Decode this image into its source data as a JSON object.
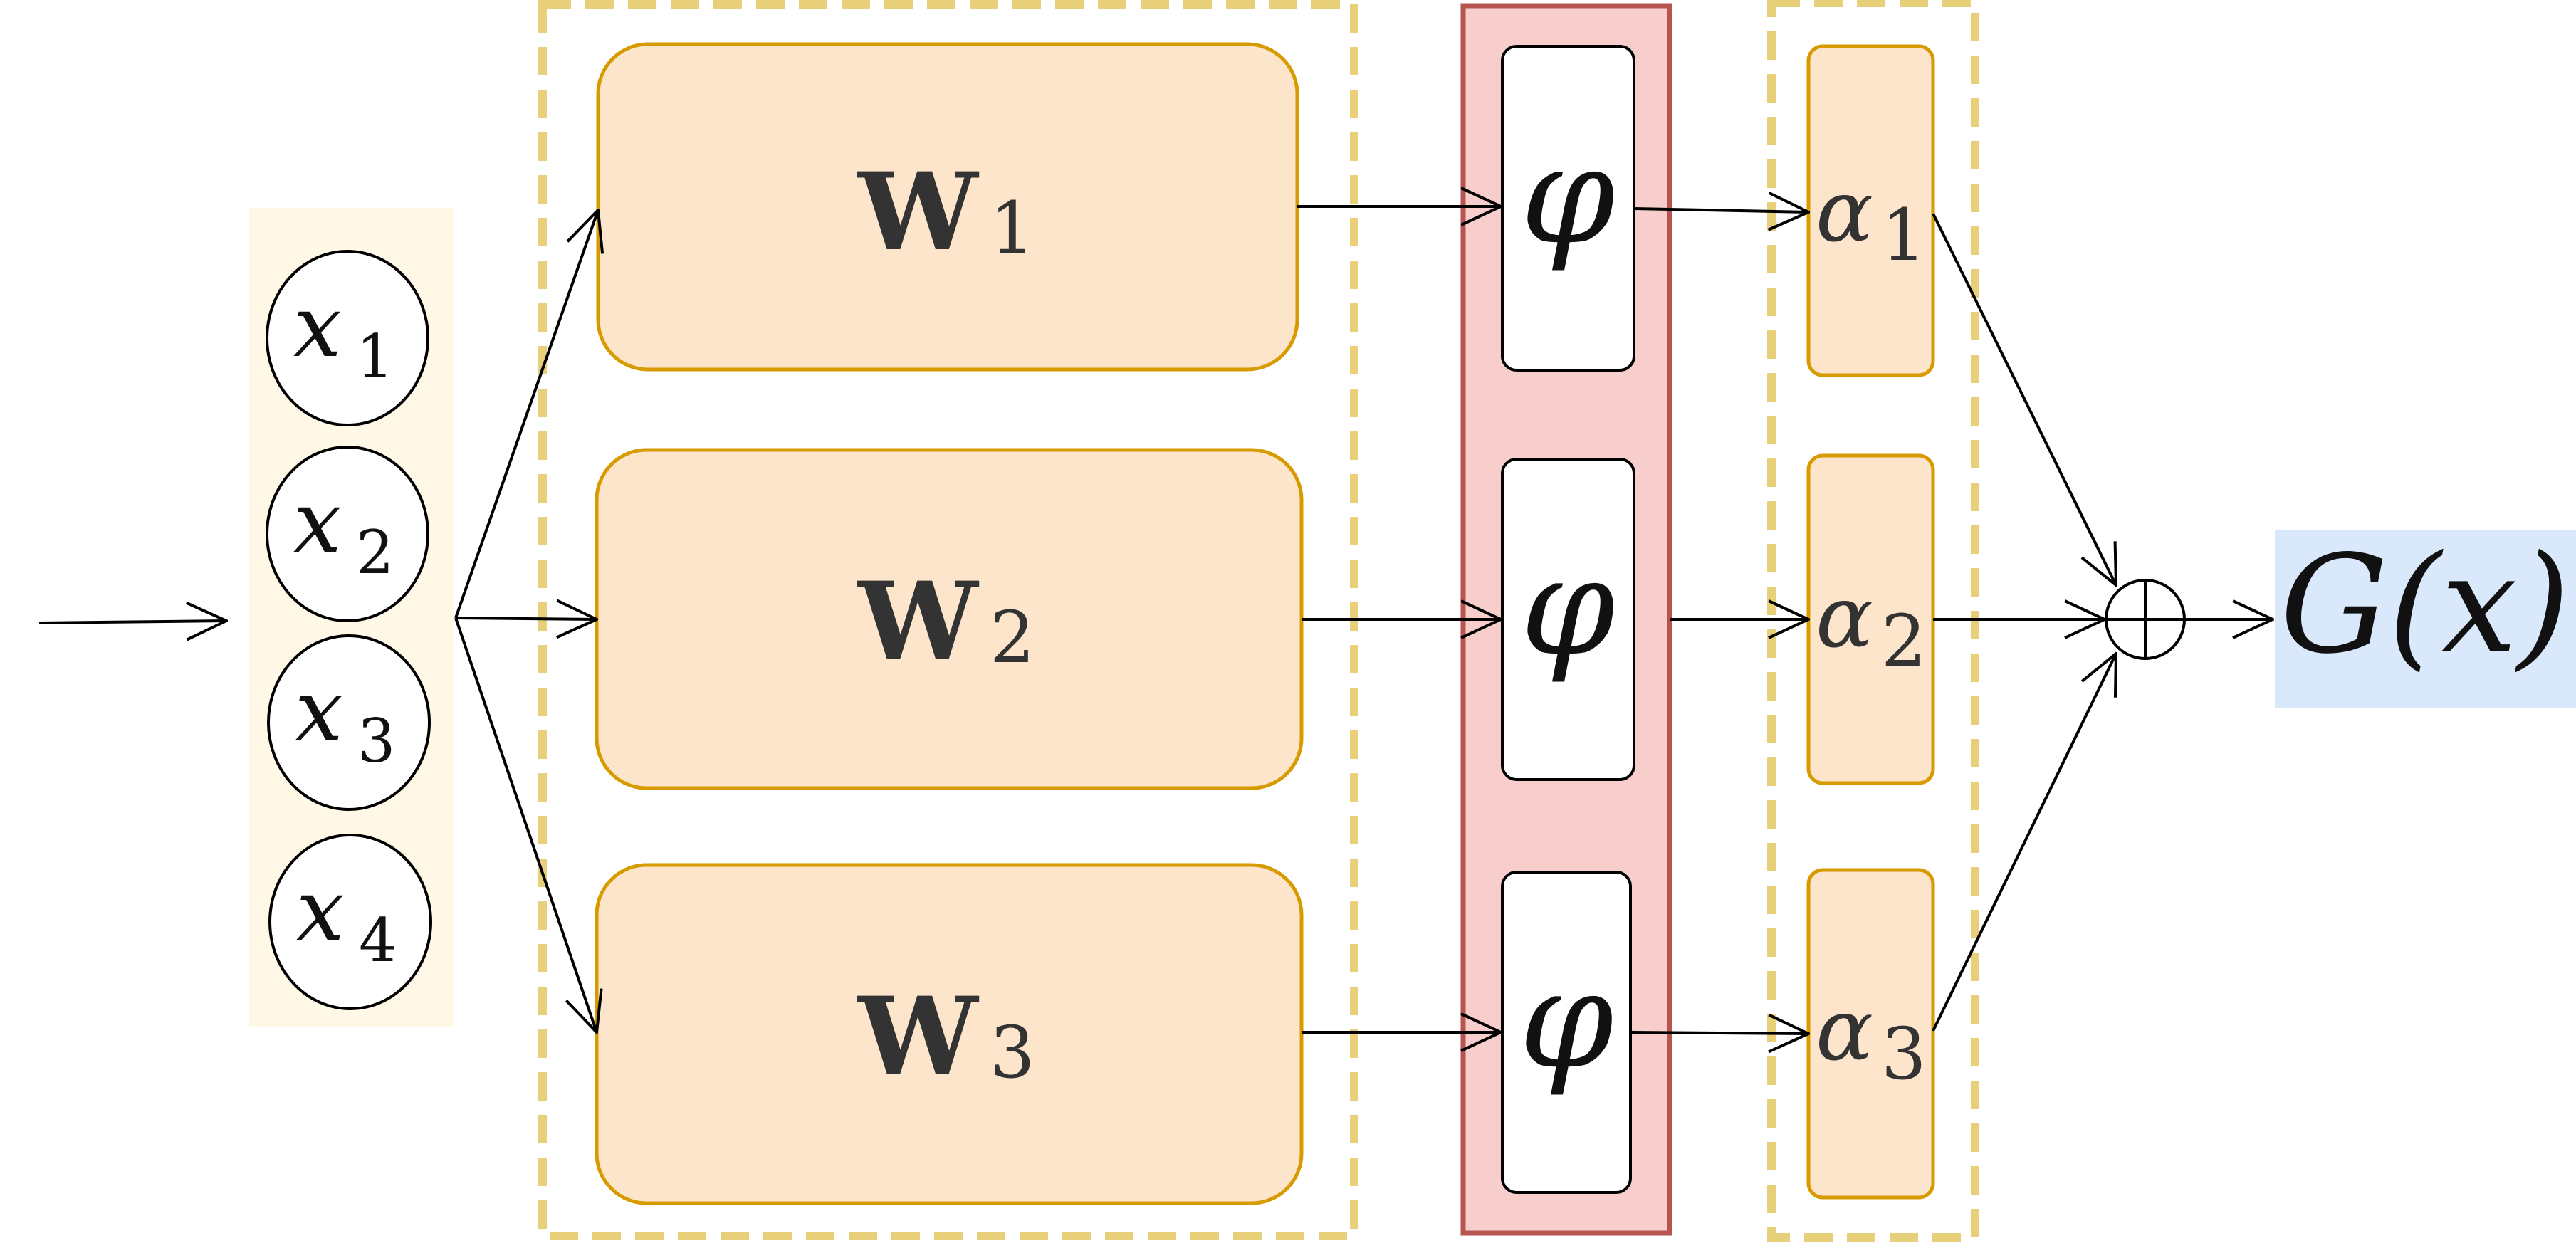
{
  "inputs": [
    {
      "symbol": "x",
      "index": "1"
    },
    {
      "symbol": "x",
      "index": "2"
    },
    {
      "symbol": "x",
      "index": "3"
    },
    {
      "symbol": "x",
      "index": "4"
    }
  ],
  "weights": [
    {
      "symbol": "W",
      "index": "1"
    },
    {
      "symbol": "W",
      "index": "2"
    },
    {
      "symbol": "W",
      "index": "3"
    }
  ],
  "activations": [
    {
      "symbol": "φ"
    },
    {
      "symbol": "φ"
    },
    {
      "symbol": "φ"
    }
  ],
  "alphas": [
    {
      "symbol": "α",
      "index": "1"
    },
    {
      "symbol": "α",
      "index": "2"
    },
    {
      "symbol": "α",
      "index": "3"
    }
  ],
  "output": {
    "label": "G(x)"
  },
  "colors": {
    "input_panel": "#fff8e6",
    "weight_fill": "#fde5cb",
    "weight_stroke": "#d79b00",
    "dashed_group": "#e8cf7a",
    "activation_panel": "#f8cecc",
    "activation_stroke": "#b85450",
    "output_fill": "#dae8fc"
  }
}
